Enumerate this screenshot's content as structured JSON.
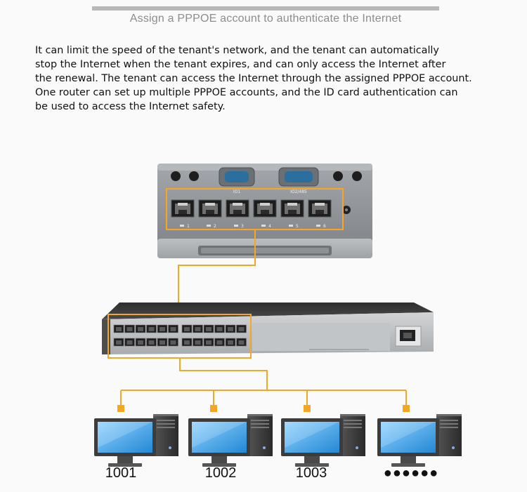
{
  "header": {
    "title": "Assign a PPPOE account to authenticate the Internet"
  },
  "description": {
    "lines": [
      " It can limit the speed of the tenant's network, and the tenant can automatically",
      "stop the Internet when the tenant expires, and can only access the Internet after",
      "the renewal. The tenant can access the Internet through the assigned PPPOE account.",
      "One router can set up multiple PPPOE accounts, and the ID card authentication can",
      "be used to access the Internet safety."
    ]
  },
  "router": {
    "serial_labels": [
      "IO1",
      "IO2/485"
    ],
    "port_numbers": [
      "1",
      "2",
      "3",
      "4",
      "5",
      "6"
    ]
  },
  "clients": [
    {
      "label": "1001"
    },
    {
      "label": "1002"
    },
    {
      "label": "1003"
    },
    {
      "label": "●●●●●●"
    }
  ],
  "colors": {
    "accent": "#f5a623",
    "device_body": "#8a8e92",
    "switch_body": "#3c3c3c",
    "monitor_screen": "#3aa0e8"
  }
}
